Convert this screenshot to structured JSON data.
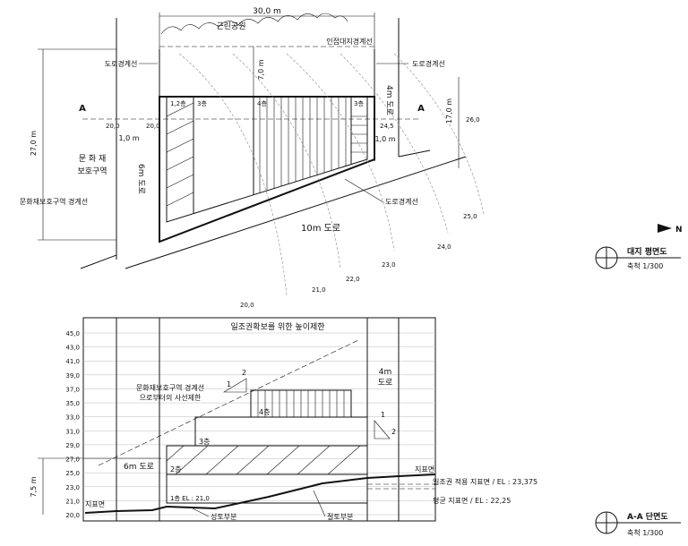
{
  "plan": {
    "title": "대지 평면도",
    "scale": "축척 1/300",
    "north": "N",
    "width_dim": "30,0 m",
    "park": "근린공원",
    "adjacent_line": "인접대지경계선",
    "road_line_left": "도로경계선",
    "road_line_right": "도로경계선",
    "road_line_bottom": "도로경계선",
    "dim_7m": "7,0 m",
    "dim_27m": "27,0 m",
    "dim_17m": "17,0 m",
    "dim_1m_left": "1,0 m",
    "dim_1m_right": "1,0 m",
    "section_mark": "A",
    "floor_12": "1,2층",
    "floor_3a": "3층",
    "floor_4": "4층",
    "floor_3b": "3층",
    "heritage_area": "문 화 재\n보호구역",
    "heritage_line": "문화재보호구역 경계선",
    "road_6m": "6m 도로",
    "road_4m": "4m 도로",
    "road_10m": "10m 도로",
    "contours": [
      "20,0",
      "20,0",
      "24,5",
      "26,0",
      "25,0",
      "24,0",
      "23,0",
      "22,0",
      "21,0",
      "20,0"
    ]
  },
  "section": {
    "title": "A-A 단면도",
    "scale": "축척 1/300",
    "sunlight_note": "일조권확보를 위한 높이제한",
    "heritage_note_1": "문화재보호구역 경계선",
    "heritage_note_2": "으로부터의 사선제한",
    "slope_1": "1",
    "slope_2": "2",
    "slope_1b": "1",
    "slope_2b": "2",
    "elevations": [
      "45,0",
      "43,0",
      "41,0",
      "39,0",
      "37,0",
      "35,0",
      "33,0",
      "31,0",
      "29,0",
      "27,0",
      "25,0",
      "23,0",
      "21,0",
      "20,0"
    ],
    "floor_1": "1층  EL : 21,0",
    "floor_2": "2층",
    "floor_3": "3층",
    "floor_4": "4층",
    "road_6m": "6m  도로",
    "road_4m": "4m\n도로",
    "dim_75": "7,5 m",
    "ground_left": "지표면",
    "ground_right": "지표면",
    "sunlight_ground": "일조권 적용  지표면  /  EL : 23,375",
    "avg_ground": "평균  지표면  /  EL : 22,25",
    "fill": "성토부분",
    "cut": "절토부분"
  }
}
